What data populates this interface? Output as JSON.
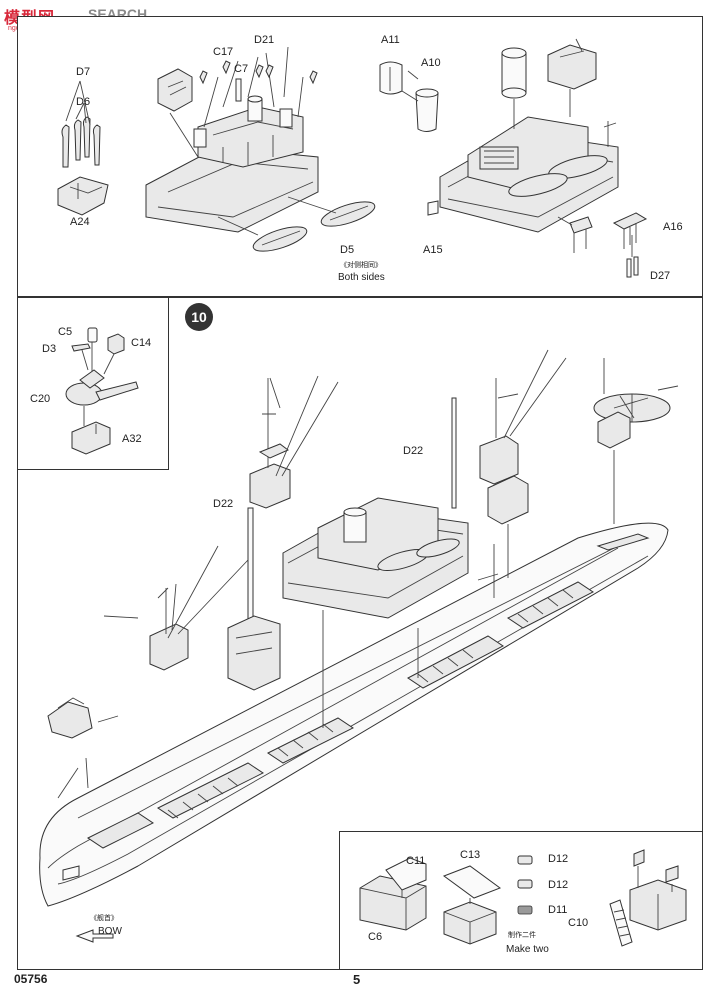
{
  "watermark": {
    "cn": "模型网",
    "en": "SEARCH",
    "url": "ngo-shop.com",
    "brand_color": "#d8283a"
  },
  "footer": {
    "code": "05756",
    "page": "5"
  },
  "step": {
    "number": "10"
  },
  "top_panel": {
    "labels": {
      "d7": "D7",
      "d6": "D6",
      "a24": "A24",
      "c17": "C17",
      "d21": "D21",
      "c7": "C7",
      "d5": "D5",
      "both_sides_cn": "《对侧相同》",
      "both_sides_en": "Both sides",
      "a11": "A11",
      "a10": "A10",
      "a15": "A15",
      "a16": "A16",
      "d27": "D27"
    }
  },
  "left_panel": {
    "labels": {
      "c5": "C5",
      "c14": "C14",
      "d3": "D3",
      "c20": "C20",
      "a32": "A32"
    }
  },
  "main": {
    "labels": {
      "d22_a": "D22",
      "d22_b": "D22",
      "bow_cn": "《舰首》",
      "bow_en": "BOW"
    }
  },
  "bottom_panel": {
    "labels": {
      "c11": "C11",
      "c13": "C13",
      "c6": "C6",
      "d12_a": "D12",
      "d12_b": "D12",
      "d11": "D11",
      "make_two_cn": "制作二件",
      "make_two_en": "Make two",
      "c10": "C10"
    }
  }
}
